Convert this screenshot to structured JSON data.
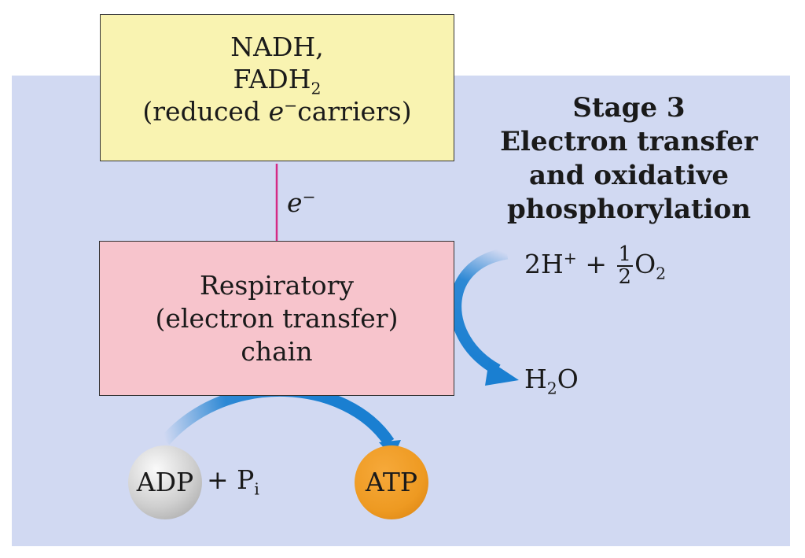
{
  "carriers": {
    "line1": "NADH,",
    "line2_base": "FADH",
    "line2_sub": "2",
    "line3_pre": "(reduced ",
    "line3_e": "e",
    "line3_sup": "−",
    "line3_post": "carriers)"
  },
  "electron_label": {
    "base": "e",
    "sup": "−"
  },
  "chain": {
    "line1": "Respiratory",
    "line2": "(electron transfer)",
    "line3": "chain"
  },
  "stage": {
    "line1": "Stage 3",
    "line2": "Electron transfer",
    "line3": "and oxidative",
    "line4": "phosphorylation"
  },
  "reactants": {
    "coef": "2H",
    "sup": "+",
    "plus": " + ",
    "frac_num": "1",
    "frac_den": "2",
    "o": "O",
    "o_sub": "2"
  },
  "water": {
    "h": "H",
    "h_sub": "2",
    "o": "O"
  },
  "adp": {
    "label": "ADP"
  },
  "phosphate": {
    "prefix": "+ P",
    "sub": "i"
  },
  "atp": {
    "label": "ATP"
  },
  "colors": {
    "panel": "#d1d9f2",
    "carriers_box": "#f9f3b1",
    "chain_box": "#f7c4cc",
    "electron_arrow": "#d42b86",
    "flow_arrow": "#1a7fd1",
    "atp": "#ee9a22",
    "adp": "#cfcfcf"
  }
}
